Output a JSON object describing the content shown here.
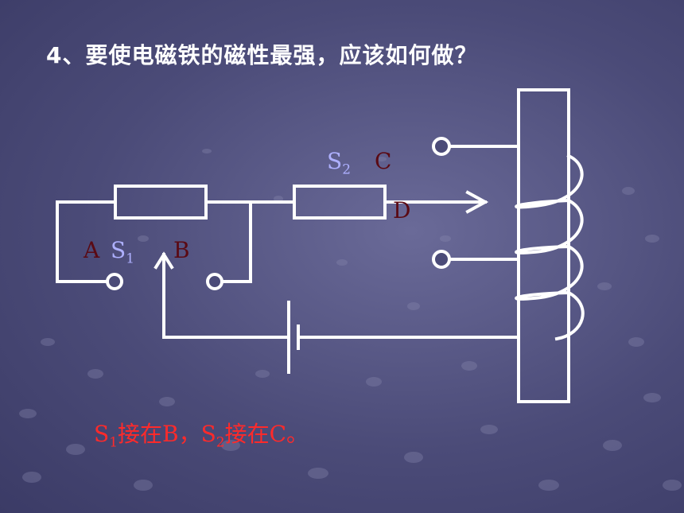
{
  "question": "4、要使电磁铁的磁性最强，应该如何做？",
  "labels": {
    "A": "A",
    "S1_main": "S",
    "S1_sub": "1",
    "B": "B",
    "S2_main": "S",
    "S2_sub": "2",
    "C": "C",
    "D": "D"
  },
  "answer": {
    "s1_main": "S",
    "s1_sub": "1",
    "s1_text": "接在B，",
    "s2_main": "S",
    "s2_sub": "2",
    "s2_text": "接在C。"
  },
  "colors": {
    "wire": "#ffffff",
    "answer": "#ff2a2a",
    "label_dark": "#5a0a14",
    "label_light": "#aeb0ff"
  }
}
